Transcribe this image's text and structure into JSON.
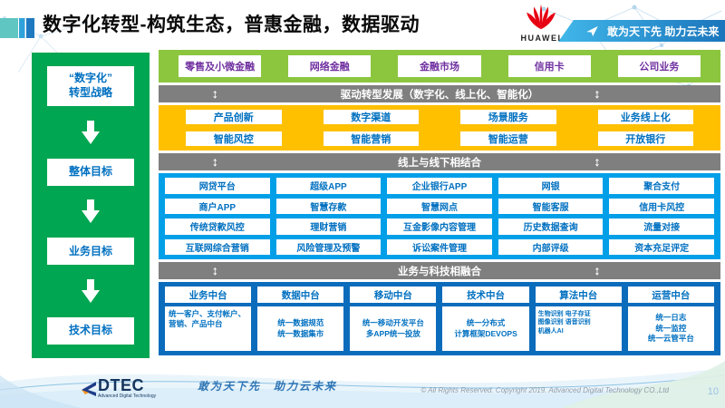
{
  "header": {
    "title": "数字化转型-构筑生态，普惠金融，数据驱动",
    "huawei_logo_text": "HUAWEI",
    "banner_slogan": "敢为天下先 助力云未来"
  },
  "icons": {
    "updown_arrow": "↕"
  },
  "sidebar": {
    "items": [
      "“数字化”\n转型战略",
      "整体目标",
      "业务目标",
      "技术目标"
    ]
  },
  "business_row": {
    "items": [
      "零售及小微金融",
      "网络金融",
      "金融市场",
      "信用卡",
      "公司业务"
    ]
  },
  "divider1": "驱动转型发展（数字化、线上化、智能化）",
  "capability_grid": {
    "items": [
      "产品创新",
      "数字渠道",
      "场景服务",
      "业务线上化",
      "智能风控",
      "智能营销",
      "智能运营",
      "开放银行"
    ]
  },
  "divider2": "线上与线下相结合",
  "platform_grid": {
    "items": [
      "网贷平台",
      "超级APP",
      "企业银行APP",
      "网银",
      "聚合支付",
      "商户APP",
      "智慧存款",
      "智慧网点",
      "智能客服",
      "信用卡风控",
      "传统贷款风控",
      "理财营销",
      "互金影像内容管理",
      "历史数据查询",
      "流量对接",
      "互联网综合营销",
      "风险管理及预警",
      "诉讼案件管理",
      "内部评级",
      "资本充足评定"
    ]
  },
  "divider3": "业务与科技相融合",
  "middle_platforms": {
    "columns": [
      {
        "title": "业务中台",
        "content": "统一客户、支付帐户、营销、产品中台"
      },
      {
        "title": "数据中台",
        "content": "统一数据规范\n统一数据集市"
      },
      {
        "title": "移动中台",
        "content": "统一移动开发平台\n多APP统一投放"
      },
      {
        "title": "技术中台",
        "content": "统一分布式\n计算框架DEVOPS"
      },
      {
        "title": "算法中台",
        "content": "生物识别 电子存证\n图像识别 语音识别\n机器人AI"
      },
      {
        "title": "运营中台",
        "content": "统一日志\n统一监控\n统一云管平台"
      }
    ]
  },
  "footer": {
    "logo_text": "DTEC",
    "logo_subtitle": "Advanced Digital Technology",
    "slogan": "敢为天下先　助力云未来",
    "copyright": "© All Rights Reserved. Copyright 2019. Advanced Digital Technology CO.,Ltd",
    "page_number": "10"
  },
  "colors": {
    "sidebar_green": "#00A651",
    "band_green": "#8CC63F",
    "band_yellow": "#FFC000",
    "band_blue": "#009FE8",
    "band_dark_blue": "#0B6CBC",
    "divider_gray": "#7F7F7F",
    "box_text_blue": "#0070C0",
    "box_text_purple": "#7030A0",
    "huawei_red": "#E60012",
    "banner_blue": "#1B75BC"
  }
}
